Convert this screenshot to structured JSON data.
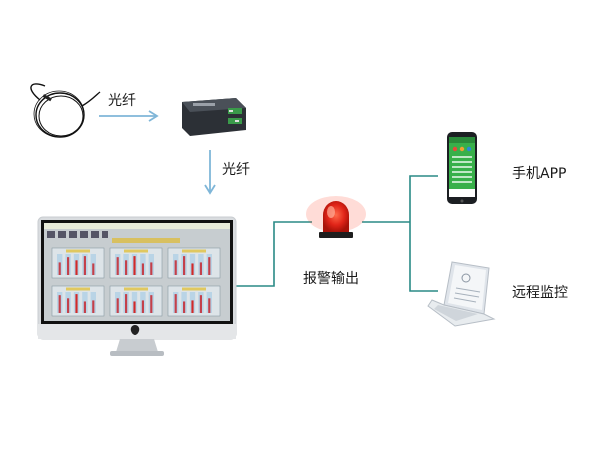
{
  "labels": {
    "fiber_top": "光纤",
    "fiber_down": "光纤",
    "alarm_output": "报警输出",
    "mobile_app": "手机APP",
    "remote_monitoring": "远程监控"
  },
  "colors": {
    "arrow_blue": "#7fb6d8",
    "connector_teal": "#2a8a86",
    "alarm_red": "#e02418",
    "screen_bg": "#c7cdd0"
  },
  "monitor_panels": 6,
  "monitor_bars_per_panel": 5
}
